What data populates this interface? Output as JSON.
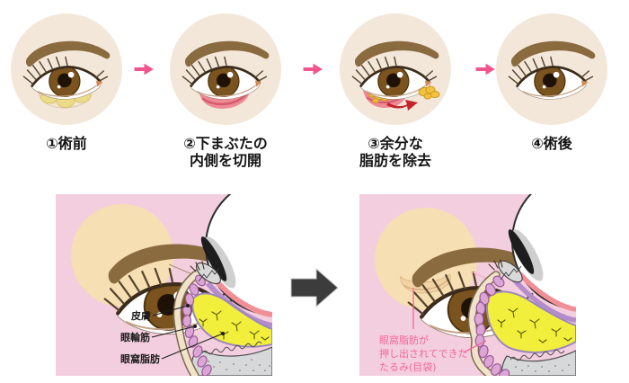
{
  "infographic": {
    "steps": [
      {
        "lines": [
          "①術前"
        ]
      },
      {
        "lines": [
          "②下まぶたの",
          "内側を切開"
        ]
      },
      {
        "lines": [
          "③余分な",
          "脂肪を除去"
        ]
      },
      {
        "lines": [
          "④術後"
        ]
      }
    ],
    "before_panel": {
      "labels": [
        "皮膚",
        "眼輪筋",
        "眼窩脂肪"
      ]
    },
    "after_panel": {
      "caption_lines": [
        "眼窩脂肪が",
        "押し出されてできた",
        "たるみ(目袋)"
      ]
    },
    "icons": {
      "step_arrow": "➜",
      "transform_arrow": "➡"
    },
    "colors": {
      "step_arrow_pink": "#f0558c",
      "transform_arrow_dark": "#3c3c3c",
      "panel_background": "#f3cede",
      "face_circle_top": "#f3e7da",
      "face_circle_panel": "#f6dfb2",
      "fat_yellow": "#f2ee3c",
      "everted_lid_pink": "#ee8a95",
      "extraction_arrow_red": "#c5242b",
      "caption_pink": "#f2699b",
      "annotation_black": "#1c1c1c"
    }
  }
}
